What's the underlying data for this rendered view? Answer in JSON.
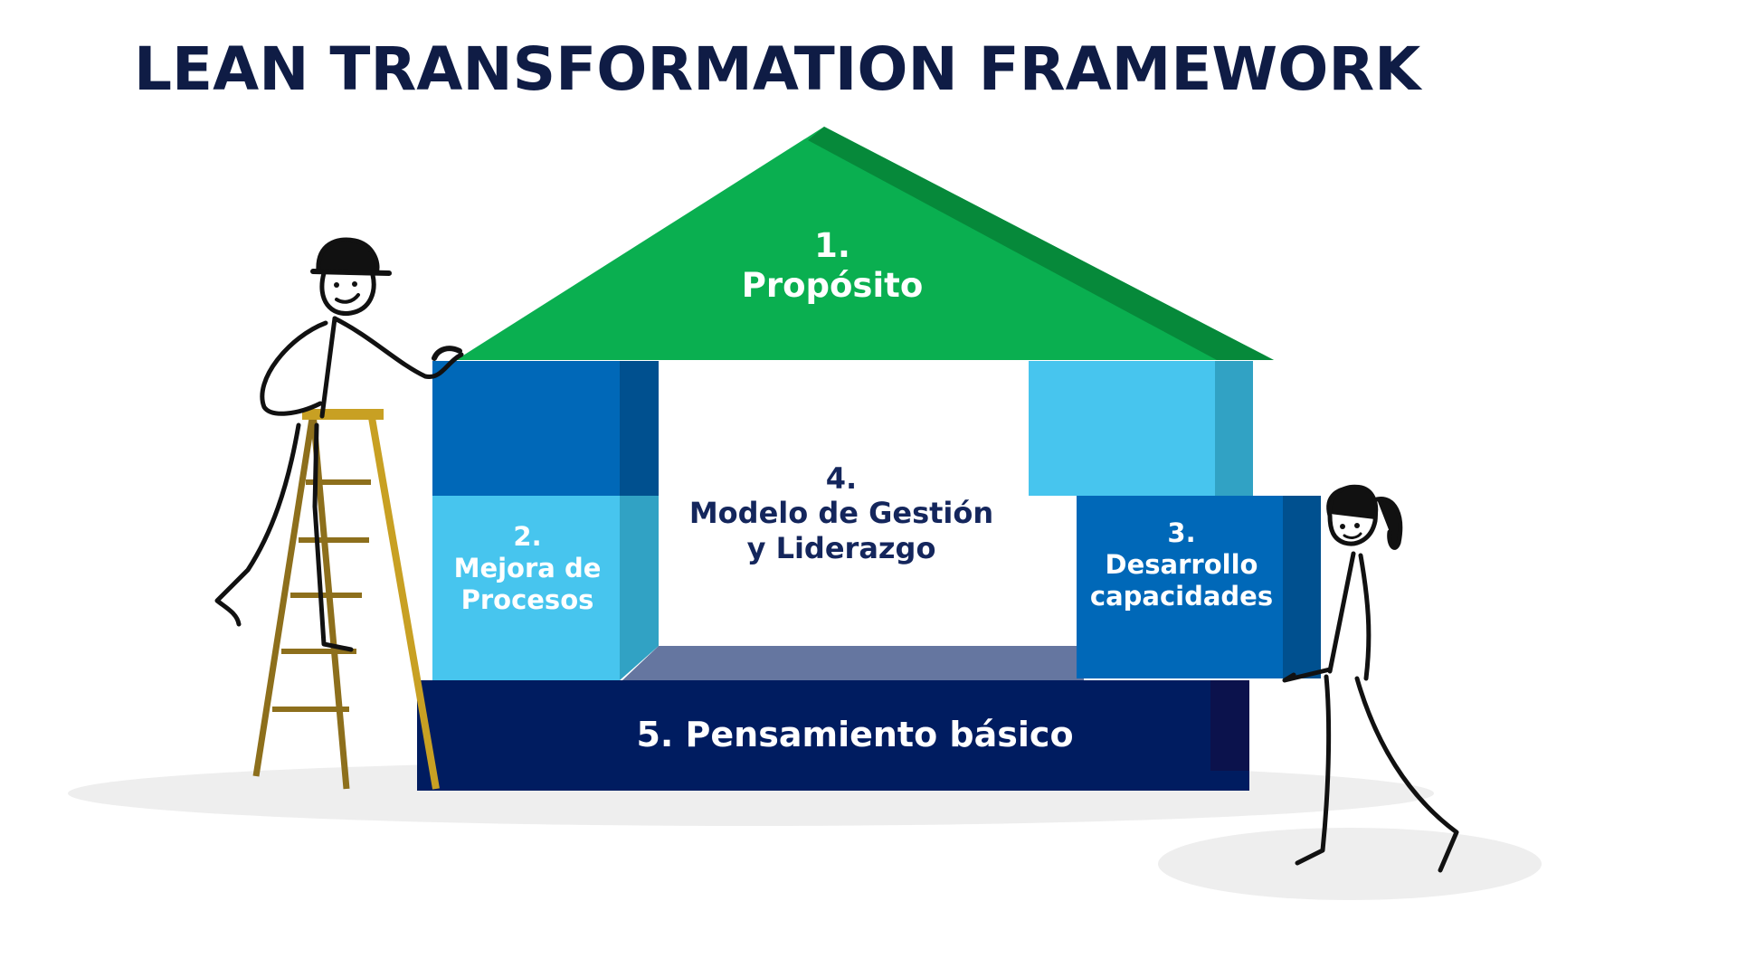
{
  "title": "LEAN TRANSFORMATION FRAMEWORK",
  "roof": {
    "number": "1.",
    "label": "Propósito"
  },
  "left_pillar": {
    "number": "2.",
    "line1": "Mejora de",
    "line2": "Procesos"
  },
  "center": {
    "number": "4.",
    "line1": "Modelo de Gestión",
    "line2": "y Liderazgo"
  },
  "right_pillar": {
    "number": "3.",
    "line1": "Desarrollo",
    "line2": "capacidades"
  },
  "base": {
    "label": "5. Pensamiento básico"
  },
  "colors": {
    "title": "#0f1c45",
    "roof": "#0aaf50",
    "roof_shade": "#06893a",
    "dark_blue": "#0068b8",
    "dark_blue_side": "#00508f",
    "light_blue": "#47c5ee",
    "light_blue_side": "#31a2c4",
    "floor": "#6576a0",
    "base": "#001c60",
    "base_side": "#0b124c",
    "ladder": "#c8a023",
    "shadow": "#eeeeee"
  }
}
